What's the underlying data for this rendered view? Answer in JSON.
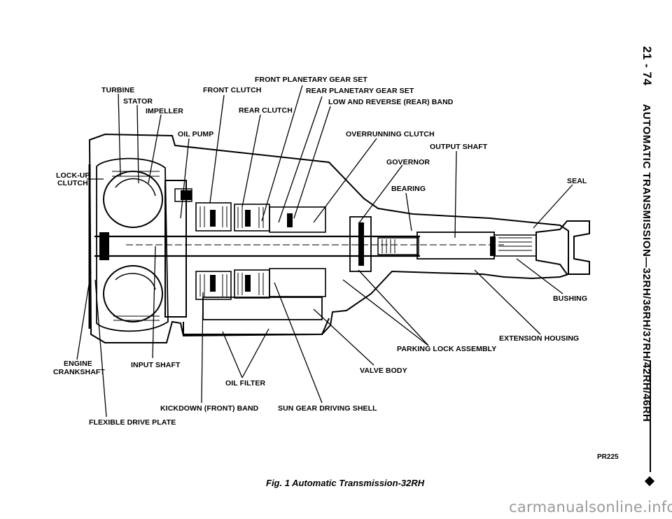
{
  "page": {
    "page_number": "21 - 74",
    "section_title": "AUTOMATIC TRANSMISSION—32RH/36RH/37RH/42RH/46RH",
    "figure_code": "PR225",
    "caption": "Fig. 1 Automatic Transmission-32RH",
    "footer": "carmanualsonline.info"
  },
  "labels": {
    "front_planetary_gear_set": "FRONT PLANETARY GEAR SET",
    "turbine": "TURBINE",
    "front_clutch": "FRONT CLUTCH",
    "rear_planetary_gear_set": "REAR PLANETARY GEAR SET",
    "stator": "STATOR",
    "low_reverse_band": "LOW AND REVERSE (REAR) BAND",
    "impeller": "IMPELLER",
    "rear_clutch": "REAR CLUTCH",
    "oil_pump": "OIL PUMP",
    "overrunning_clutch": "OVERRUNNING CLUTCH",
    "output_shaft": "OUTPUT SHAFT",
    "governor": "GOVERNOR",
    "lockup_clutch_1": "LOCK-UP",
    "lockup_clutch_2": "CLUTCH",
    "bearing": "BEARING",
    "seal": "SEAL",
    "bushing": "BUSHING",
    "extension_housing": "EXTENSION HOUSING",
    "parking_lock_assembly": "PARKING LOCK ASSEMBLY",
    "engine_crankshaft_1": "ENGINE",
    "engine_crankshaft_2": "CRANKSHAFT",
    "input_shaft": "INPUT SHAFT",
    "valve_body": "VALVE BODY",
    "oil_filter": "OIL FILTER",
    "kickdown_band": "KICKDOWN (FRONT) BAND",
    "sun_gear_shell": "SUN GEAR DRIVING SHELL",
    "flexible_drive_plate": "FLEXIBLE DRIVE PLATE"
  }
}
